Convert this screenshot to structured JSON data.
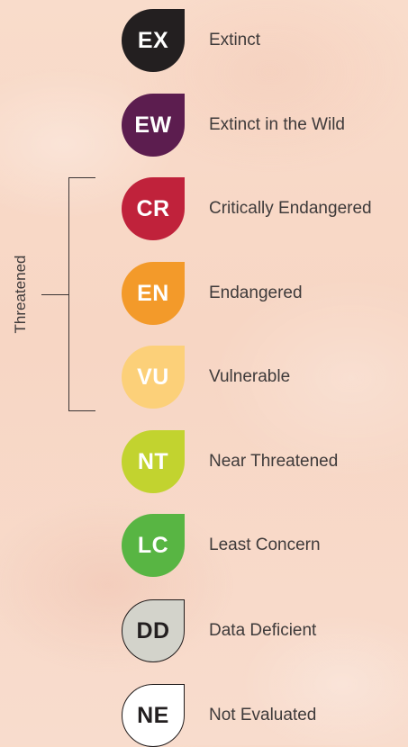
{
  "categories": [
    {
      "code": "EX",
      "label": "Extinct",
      "fill": "#231f20",
      "text_color": "#ffffff",
      "outlined": false
    },
    {
      "code": "EW",
      "label": "Extinct in the Wild",
      "fill": "#5c1d4f",
      "text_color": "#ffffff",
      "outlined": false
    },
    {
      "code": "CR",
      "label": "Critically Endangered",
      "fill": "#c0223b",
      "text_color": "#ffffff",
      "outlined": false
    },
    {
      "code": "EN",
      "label": "Endangered",
      "fill": "#f39a2a",
      "text_color": "#ffffff",
      "outlined": false
    },
    {
      "code": "VU",
      "label": "Vulnerable",
      "fill": "#fcd079",
      "text_color": "#ffffff",
      "outlined": false
    },
    {
      "code": "NT",
      "label": "Near Threatened",
      "fill": "#c2d32f",
      "text_color": "#ffffff",
      "outlined": false
    },
    {
      "code": "LC",
      "label": "Least Concern",
      "fill": "#58b543",
      "text_color": "#ffffff",
      "outlined": false
    },
    {
      "code": "DD",
      "label": "Data Deficient",
      "fill": "#d3d3cb",
      "text_color": "#231f20",
      "outlined": true
    },
    {
      "code": "NE",
      "label": "Not Evaluated",
      "fill": "#ffffff",
      "text_color": "#231f20",
      "outlined": true
    }
  ],
  "threatened_group": {
    "label": "Threatened",
    "includes": [
      "CR",
      "EN",
      "VU"
    ]
  }
}
